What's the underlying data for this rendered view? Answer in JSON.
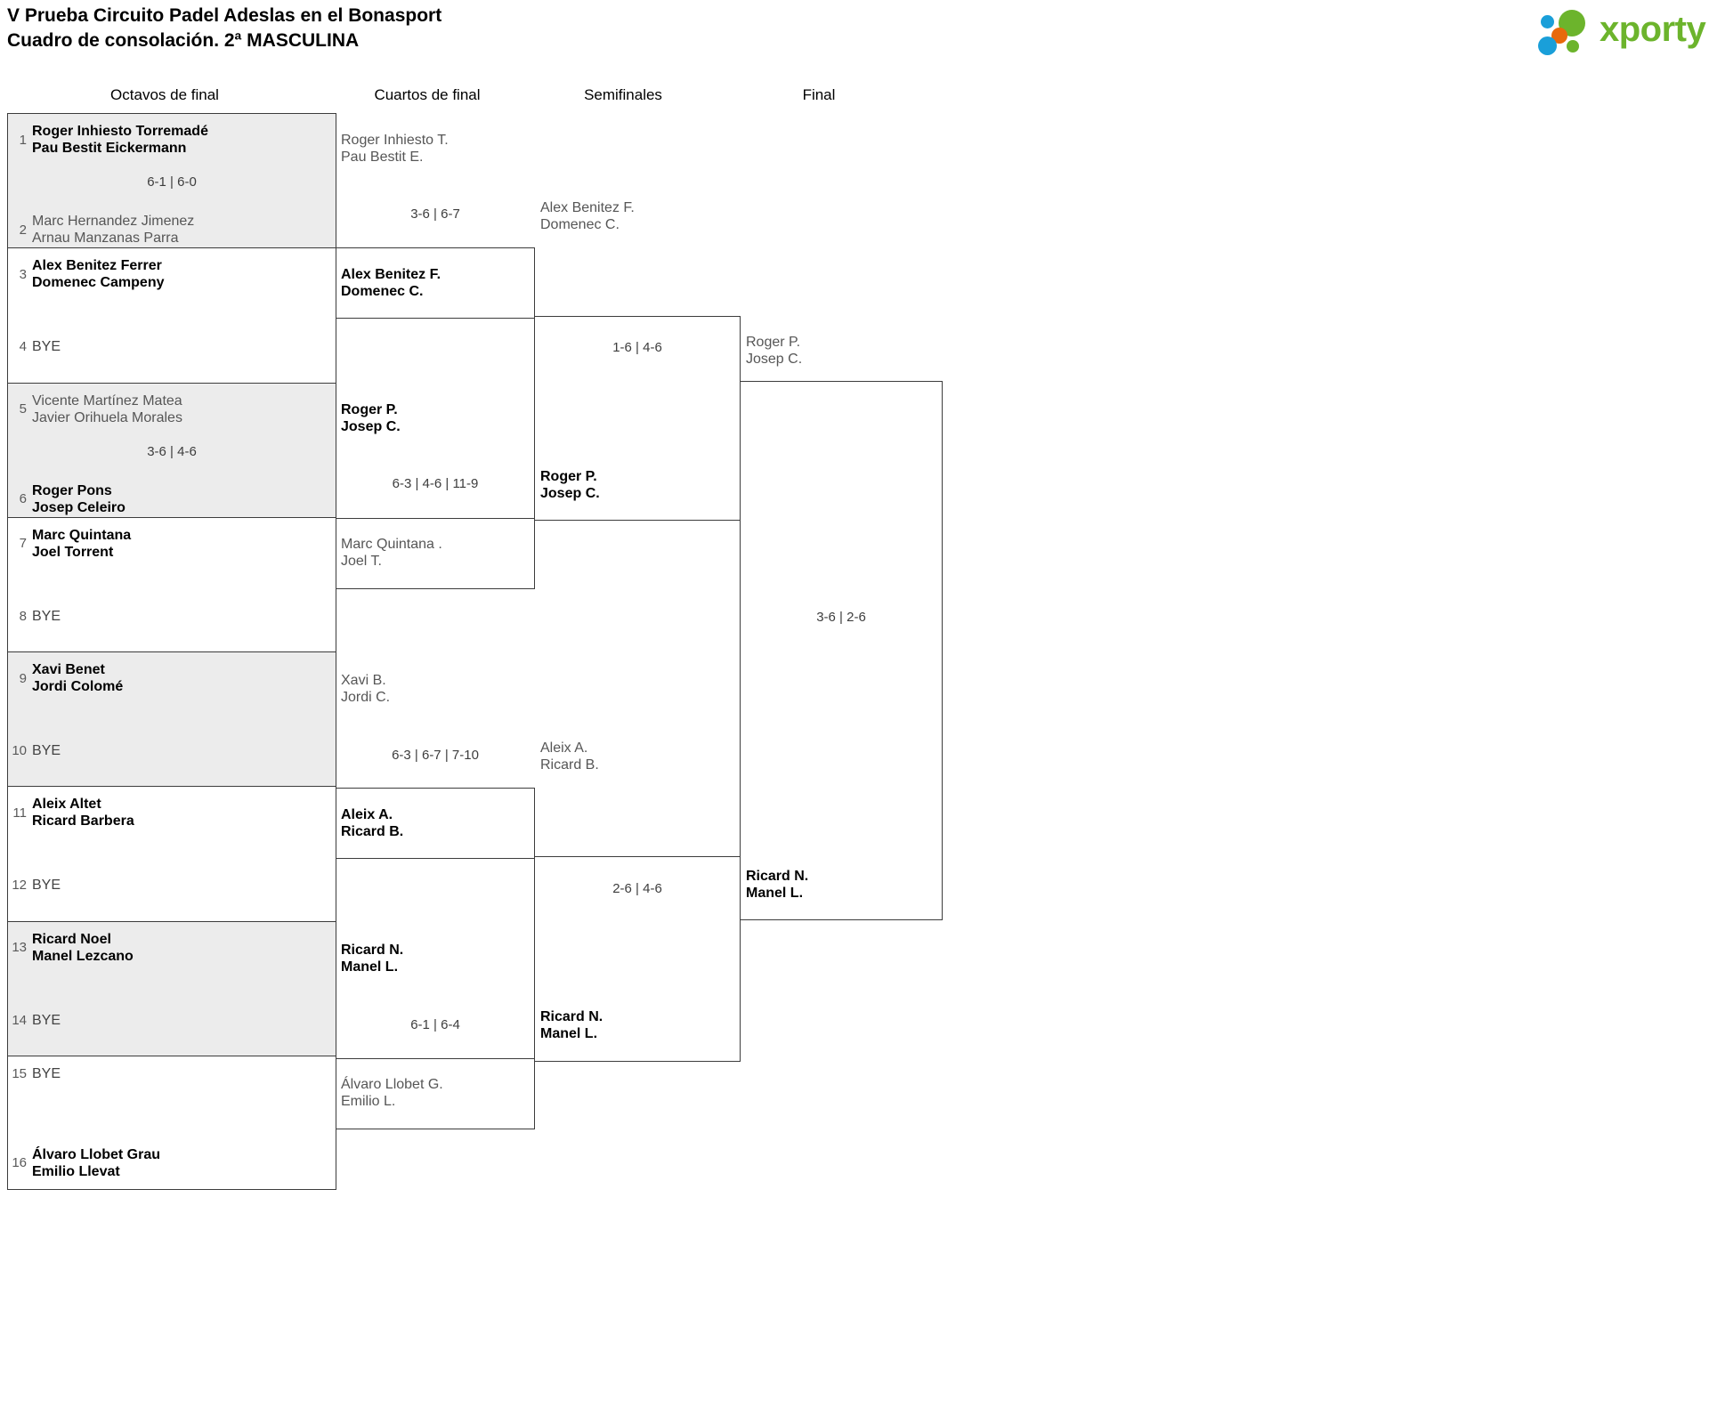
{
  "header": {
    "title_line1": "V Prueba Circuito Padel Adeslas en el Bonasport",
    "title_line2": "Cuadro de consolación. 2ª MASCULINA",
    "logo_text": "xporty",
    "logo_colors": {
      "green": "#6cb42c",
      "blue": "#1a9fd9",
      "orange": "#e8690b"
    }
  },
  "rounds": [
    {
      "label": "Octavos de final"
    },
    {
      "label": "Cuartos de final"
    },
    {
      "label": "Semifinales"
    },
    {
      "label": "Final"
    }
  ],
  "round1": {
    "matches": [
      {
        "shaded": true,
        "score": "6-1 | 6-0",
        "top": {
          "seed": "1",
          "line1": "Roger Inhiesto Torremadé",
          "line2": "Pau Bestit Eickermann",
          "result": "winner",
          "bye": false
        },
        "bottom": {
          "seed": "2",
          "line1": "Marc Hernandez Jimenez",
          "line2": "Arnau Manzanas Parra",
          "result": "loser",
          "bye": false
        }
      },
      {
        "shaded": false,
        "score": "",
        "top": {
          "seed": "3",
          "line1": "Alex Benitez Ferrer",
          "line2": "Domenec Campeny",
          "result": "winner",
          "bye": false
        },
        "bottom": {
          "seed": "4",
          "line1": "BYE",
          "line2": "",
          "result": "bye",
          "bye": true
        }
      },
      {
        "shaded": true,
        "score": "3-6 | 4-6",
        "top": {
          "seed": "5",
          "line1": "Vicente Martínez Matea",
          "line2": "Javier Orihuela Morales",
          "result": "loser",
          "bye": false
        },
        "bottom": {
          "seed": "6",
          "line1": "Roger Pons",
          "line2": "Josep Celeiro",
          "result": "winner",
          "bye": false
        }
      },
      {
        "shaded": false,
        "score": "",
        "top": {
          "seed": "7",
          "line1": "Marc Quintana",
          "line2": "Joel Torrent",
          "result": "winner",
          "bye": false
        },
        "bottom": {
          "seed": "8",
          "line1": "BYE",
          "line2": "",
          "result": "bye",
          "bye": true
        }
      },
      {
        "shaded": true,
        "score": "",
        "top": {
          "seed": "9",
          "line1": "Xavi Benet",
          "line2": "Jordi Colomé",
          "result": "winner",
          "bye": false
        },
        "bottom": {
          "seed": "10",
          "line1": "BYE",
          "line2": "",
          "result": "bye",
          "bye": true
        }
      },
      {
        "shaded": false,
        "score": "",
        "top": {
          "seed": "11",
          "line1": "Aleix Altet",
          "line2": "Ricard Barbera",
          "result": "winner",
          "bye": false
        },
        "bottom": {
          "seed": "12",
          "line1": "BYE",
          "line2": "",
          "result": "bye",
          "bye": true
        }
      },
      {
        "shaded": true,
        "score": "",
        "top": {
          "seed": "13",
          "line1": "Ricard Noel",
          "line2": "Manel Lezcano",
          "result": "winner",
          "bye": false
        },
        "bottom": {
          "seed": "14",
          "line1": "BYE",
          "line2": "",
          "result": "bye",
          "bye": true
        }
      },
      {
        "shaded": false,
        "score": "",
        "top": {
          "seed": "15",
          "line1": "BYE",
          "line2": "",
          "result": "bye",
          "bye": true
        },
        "bottom": {
          "seed": "16",
          "line1": "Álvaro Llobet Grau",
          "line2": "Emilio Llevat",
          "result": "winner",
          "bye": false
        }
      }
    ]
  },
  "round2": {
    "matches": [
      {
        "score": "3-6 | 6-7",
        "top": {
          "line1": "Roger Inhiesto T.",
          "line2": "Pau Bestit E.",
          "result": "loser"
        },
        "bottom": {
          "line1": "Alex Benitez F.",
          "line2": "Domenec C.",
          "result": "winner"
        }
      },
      {
        "score": "6-3 | 4-6 | 11-9",
        "top": {
          "line1": "Roger P.",
          "line2": "Josep C.",
          "result": "winner"
        },
        "bottom": {
          "line1": "Marc Quintana .",
          "line2": "Joel T.",
          "result": "loser"
        }
      },
      {
        "score": "6-3 | 6-7 | 7-10",
        "top": {
          "line1": "Xavi B.",
          "line2": "Jordi C.",
          "result": "loser"
        },
        "bottom": {
          "line1": "Aleix A.",
          "line2": "Ricard B.",
          "result": "winner"
        }
      },
      {
        "score": "6-1 | 6-4",
        "top": {
          "line1": "Ricard N.",
          "line2": "Manel L.",
          "result": "winner"
        },
        "bottom": {
          "line1": "Álvaro Llobet G.",
          "line2": "Emilio L.",
          "result": "loser"
        }
      }
    ]
  },
  "round3": {
    "matches": [
      {
        "score": "1-6 | 4-6",
        "top": {
          "line1": "Alex Benitez F.",
          "line2": "Domenec C.",
          "result": "loser"
        },
        "bottom": {
          "line1": "Roger P.",
          "line2": "Josep C.",
          "result": "winner"
        }
      },
      {
        "score": "2-6 | 4-6",
        "top": {
          "line1": "Aleix A.",
          "line2": "Ricard B.",
          "result": "loser"
        },
        "bottom": {
          "line1": "Ricard N.",
          "line2": "Manel L.",
          "result": "winner"
        }
      }
    ]
  },
  "round4": {
    "matches": [
      {
        "score": "3-6 | 2-6",
        "top": {
          "line1": "Roger P.",
          "line2": "Josep C.",
          "result": "loser"
        },
        "bottom": {
          "line1": "Ricard N.",
          "line2": "Manel L.",
          "result": "winner"
        }
      }
    ]
  }
}
